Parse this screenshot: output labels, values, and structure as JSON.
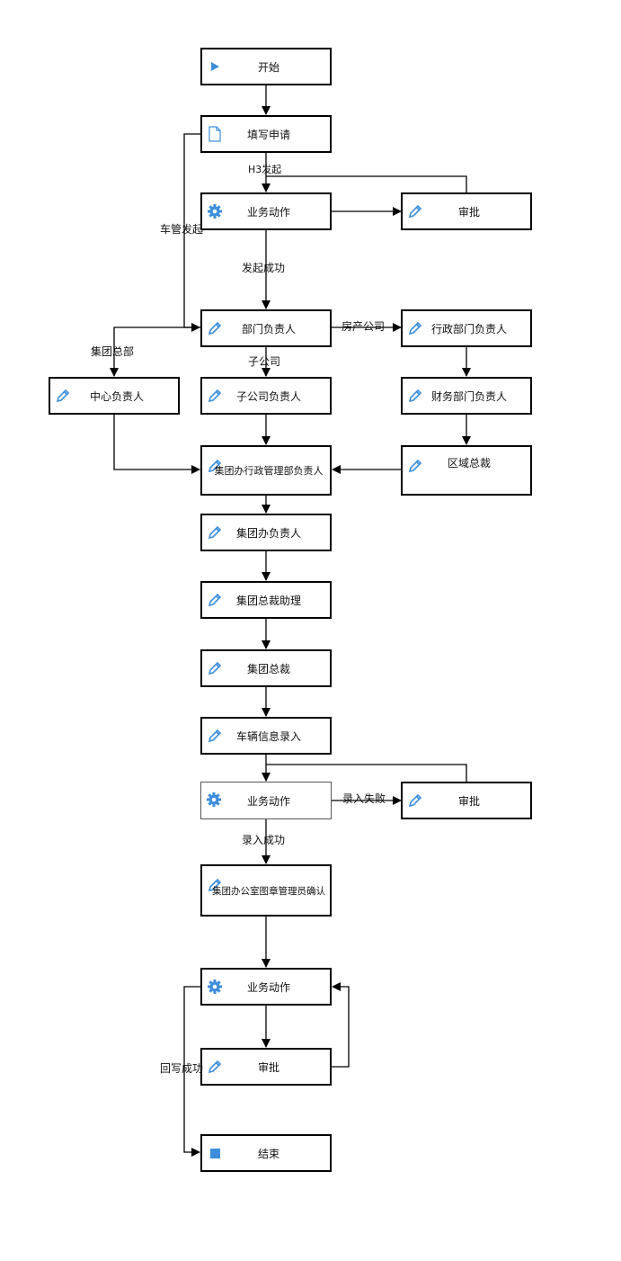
{
  "colors": {
    "icon": "#3d8edb",
    "line": "#000000",
    "stroke": "#000000"
  },
  "nodes": {
    "start": {
      "label": "开始",
      "icon": "play-icon"
    },
    "fill": {
      "label": "填写申请",
      "icon": "document-icon"
    },
    "action1": {
      "label": "业务动作",
      "icon": "gear-icon"
    },
    "approve1": {
      "label": "审批",
      "icon": "pencil-icon"
    },
    "dept": {
      "label": "部门负责人",
      "icon": "pencil-icon"
    },
    "admin_dept": {
      "label": "行政部门负责人",
      "icon": "pencil-icon"
    },
    "center": {
      "label": "中心负责人",
      "icon": "pencil-icon"
    },
    "sub": {
      "label": "子公司负责人",
      "icon": "pencil-icon"
    },
    "finance": {
      "label": "财务部门负责人",
      "icon": "pencil-icon"
    },
    "group_admin": {
      "label": "集团办行政管理部负责人",
      "icon": "pencil-icon"
    },
    "region": {
      "label": "区域总裁",
      "icon": "pencil-icon"
    },
    "group_office": {
      "label": "集团办负责人",
      "icon": "pencil-icon"
    },
    "assistant": {
      "label": "集团总裁助理",
      "icon": "pencil-icon"
    },
    "president": {
      "label": "集团总裁",
      "icon": "pencil-icon"
    },
    "vehicle": {
      "label": "车辆信息录入",
      "icon": "pencil-icon"
    },
    "action2": {
      "label": "业务动作",
      "icon": "gear-icon"
    },
    "approve2": {
      "label": "审批",
      "icon": "pencil-icon"
    },
    "seal": {
      "label": "集团办公室图章管理员确认",
      "icon": "pencil-icon"
    },
    "action3": {
      "label": "业务动作",
      "icon": "gear-icon"
    },
    "approve3": {
      "label": "审批",
      "icon": "pencil-icon"
    },
    "end": {
      "label": "结束",
      "icon": "stop-icon"
    }
  },
  "edge_labels": {
    "h3": "H3发起",
    "car_mgr": "车管发起",
    "launch_ok": "发起成功",
    "property": "房产公司",
    "hq": "集团总部",
    "subsidiary": "子公司",
    "entry_fail": "录入失败",
    "entry_ok": "录入成功",
    "writeback_ok": "回写成功"
  }
}
